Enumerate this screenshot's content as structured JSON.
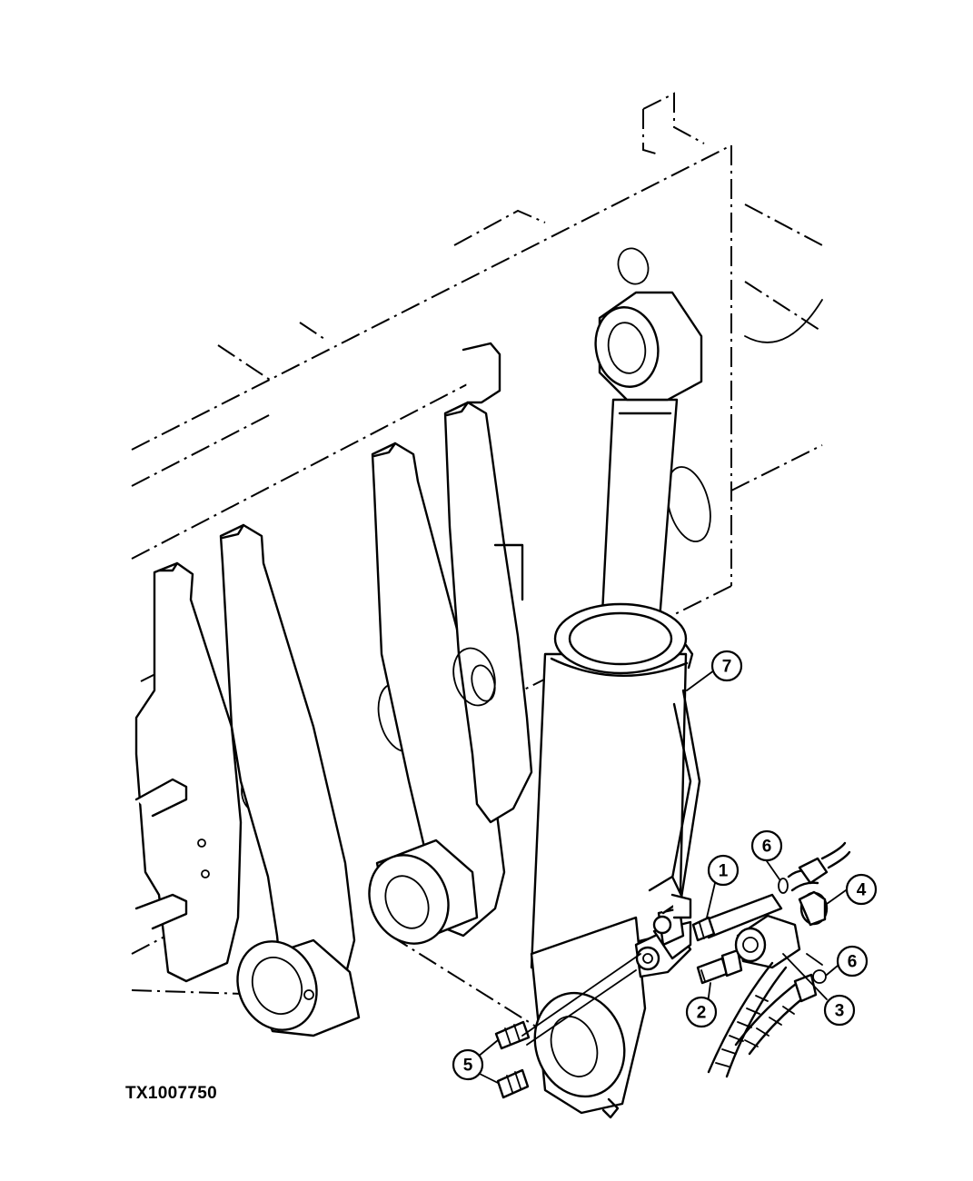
{
  "figure_code": "TX1007750",
  "callouts": [
    {
      "id": "callout-1",
      "label": "1"
    },
    {
      "id": "callout-2",
      "label": "2"
    },
    {
      "id": "callout-3",
      "label": "3"
    },
    {
      "id": "callout-4",
      "label": "4"
    },
    {
      "id": "callout-5",
      "label": "5"
    },
    {
      "id": "callout-6a",
      "label": "6"
    },
    {
      "id": "callout-6b",
      "label": "6"
    },
    {
      "id": "callout-7",
      "label": "7"
    }
  ]
}
